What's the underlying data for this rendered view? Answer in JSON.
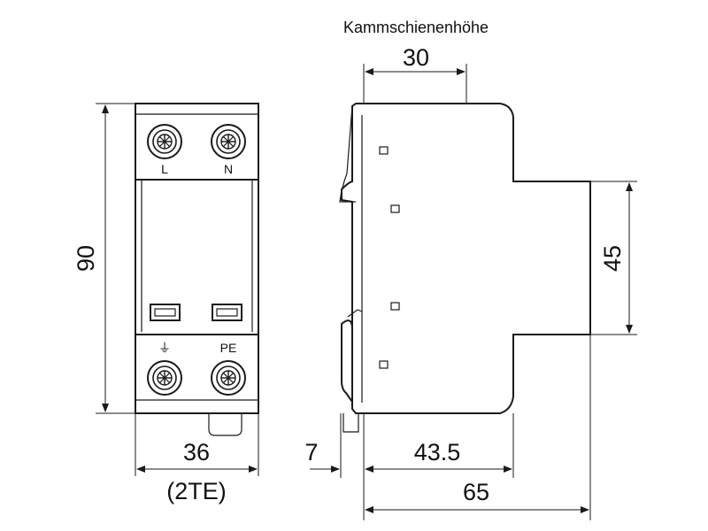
{
  "front_view": {
    "terminals_top": [
      "L",
      "N"
    ],
    "terminals_bottom": [
      "⏚",
      "PE"
    ],
    "dim_height": "90",
    "dim_width": "36",
    "dim_width_note": "(2TE)"
  },
  "side_view": {
    "busbar_label": "Kammschienenhöhe",
    "dim_busbar": "30",
    "dim_rail": "45",
    "dim_offset": "7",
    "dim_depth_front": "43.5",
    "dim_depth_total": "65"
  },
  "colors": {
    "line": "#1a1a1a",
    "background": "#ffffff"
  }
}
